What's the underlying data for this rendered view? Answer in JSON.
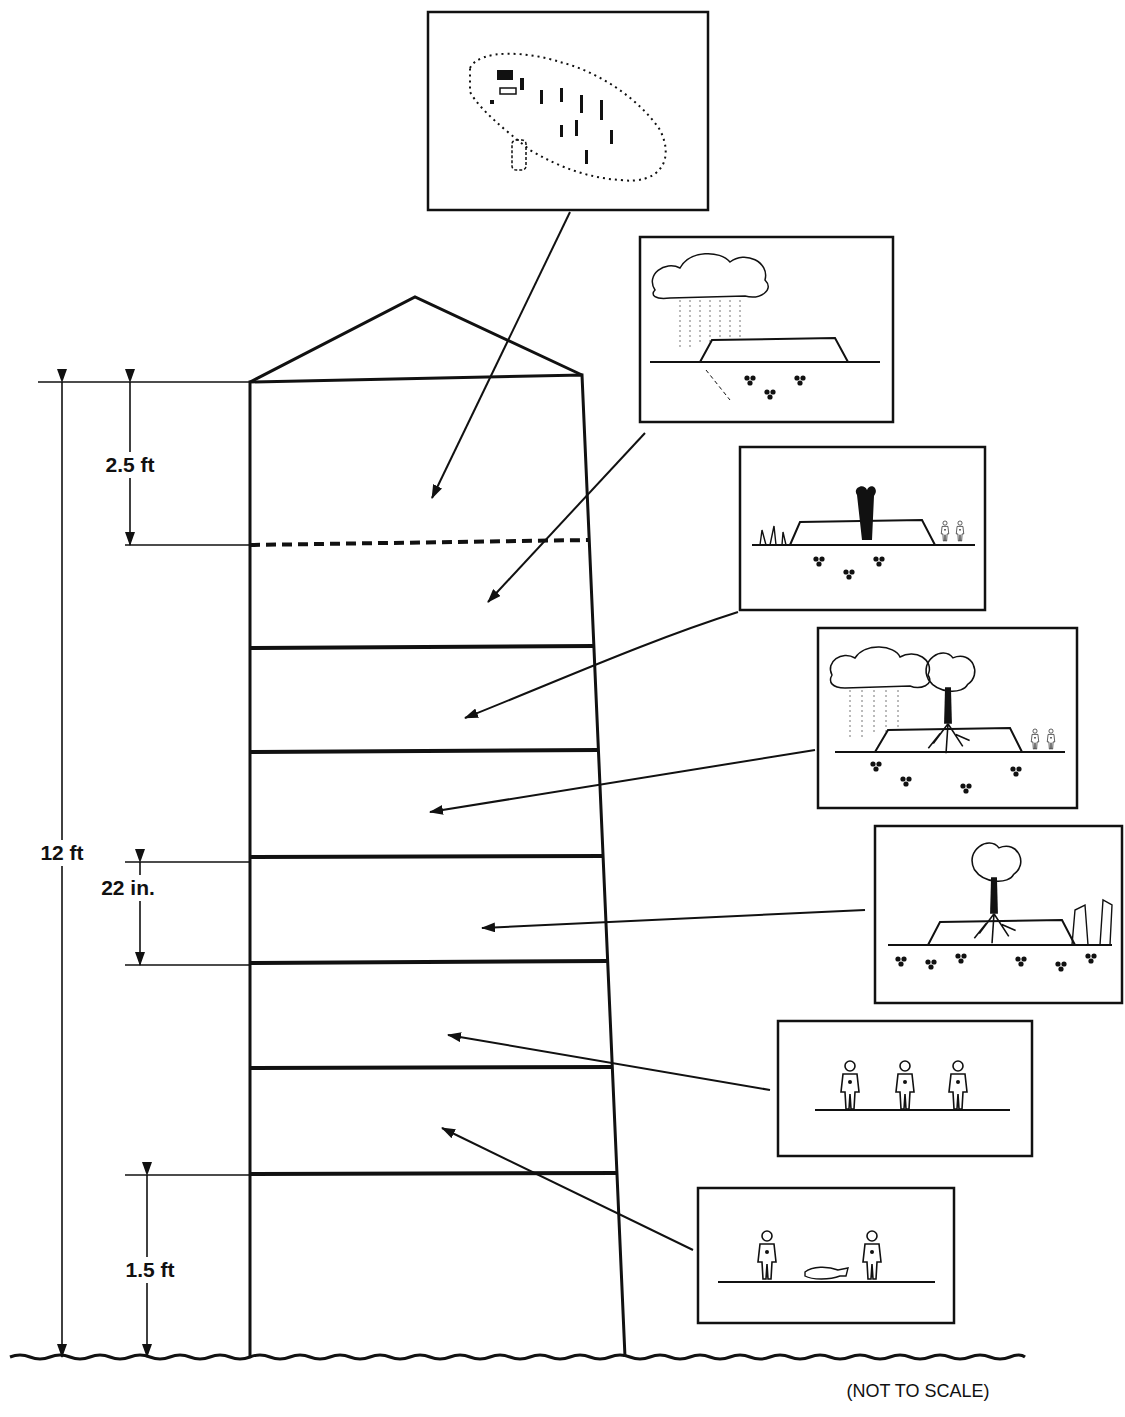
{
  "diagram": {
    "labels": [
      "2.5 ft",
      "12 ft",
      "22 in.",
      "1.5 ft",
      "(NOT TO SCALE)"
    ]
  }
}
